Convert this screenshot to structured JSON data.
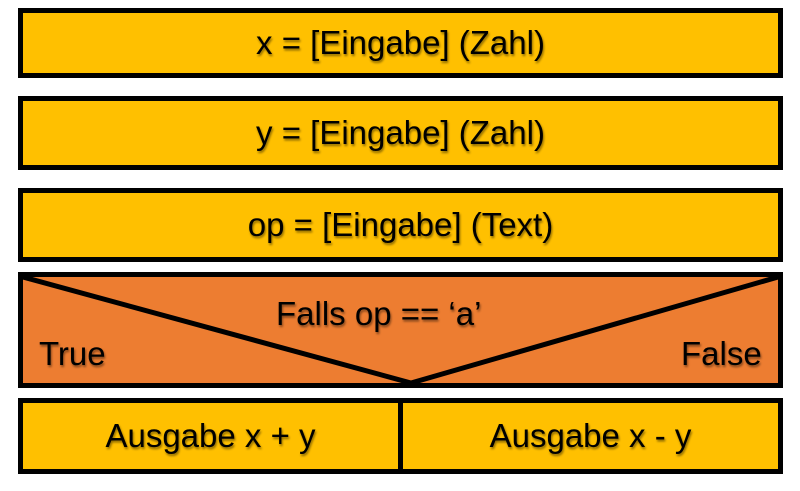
{
  "colors": {
    "statement_fill": "#FFC000",
    "condition_fill": "#ED7D31",
    "border": "#000000"
  },
  "statements": [
    {
      "text": "x = [Eingabe] (Zahl)"
    },
    {
      "text": "y = [Eingabe] (Zahl)"
    },
    {
      "text": "op = [Eingabe] (Text)"
    }
  ],
  "condition": {
    "text": "Falls op == ‘a’",
    "true_label": "True",
    "false_label": "False"
  },
  "branches": {
    "true_action": "Ausgabe x + y",
    "false_action": "Ausgabe x - y"
  }
}
